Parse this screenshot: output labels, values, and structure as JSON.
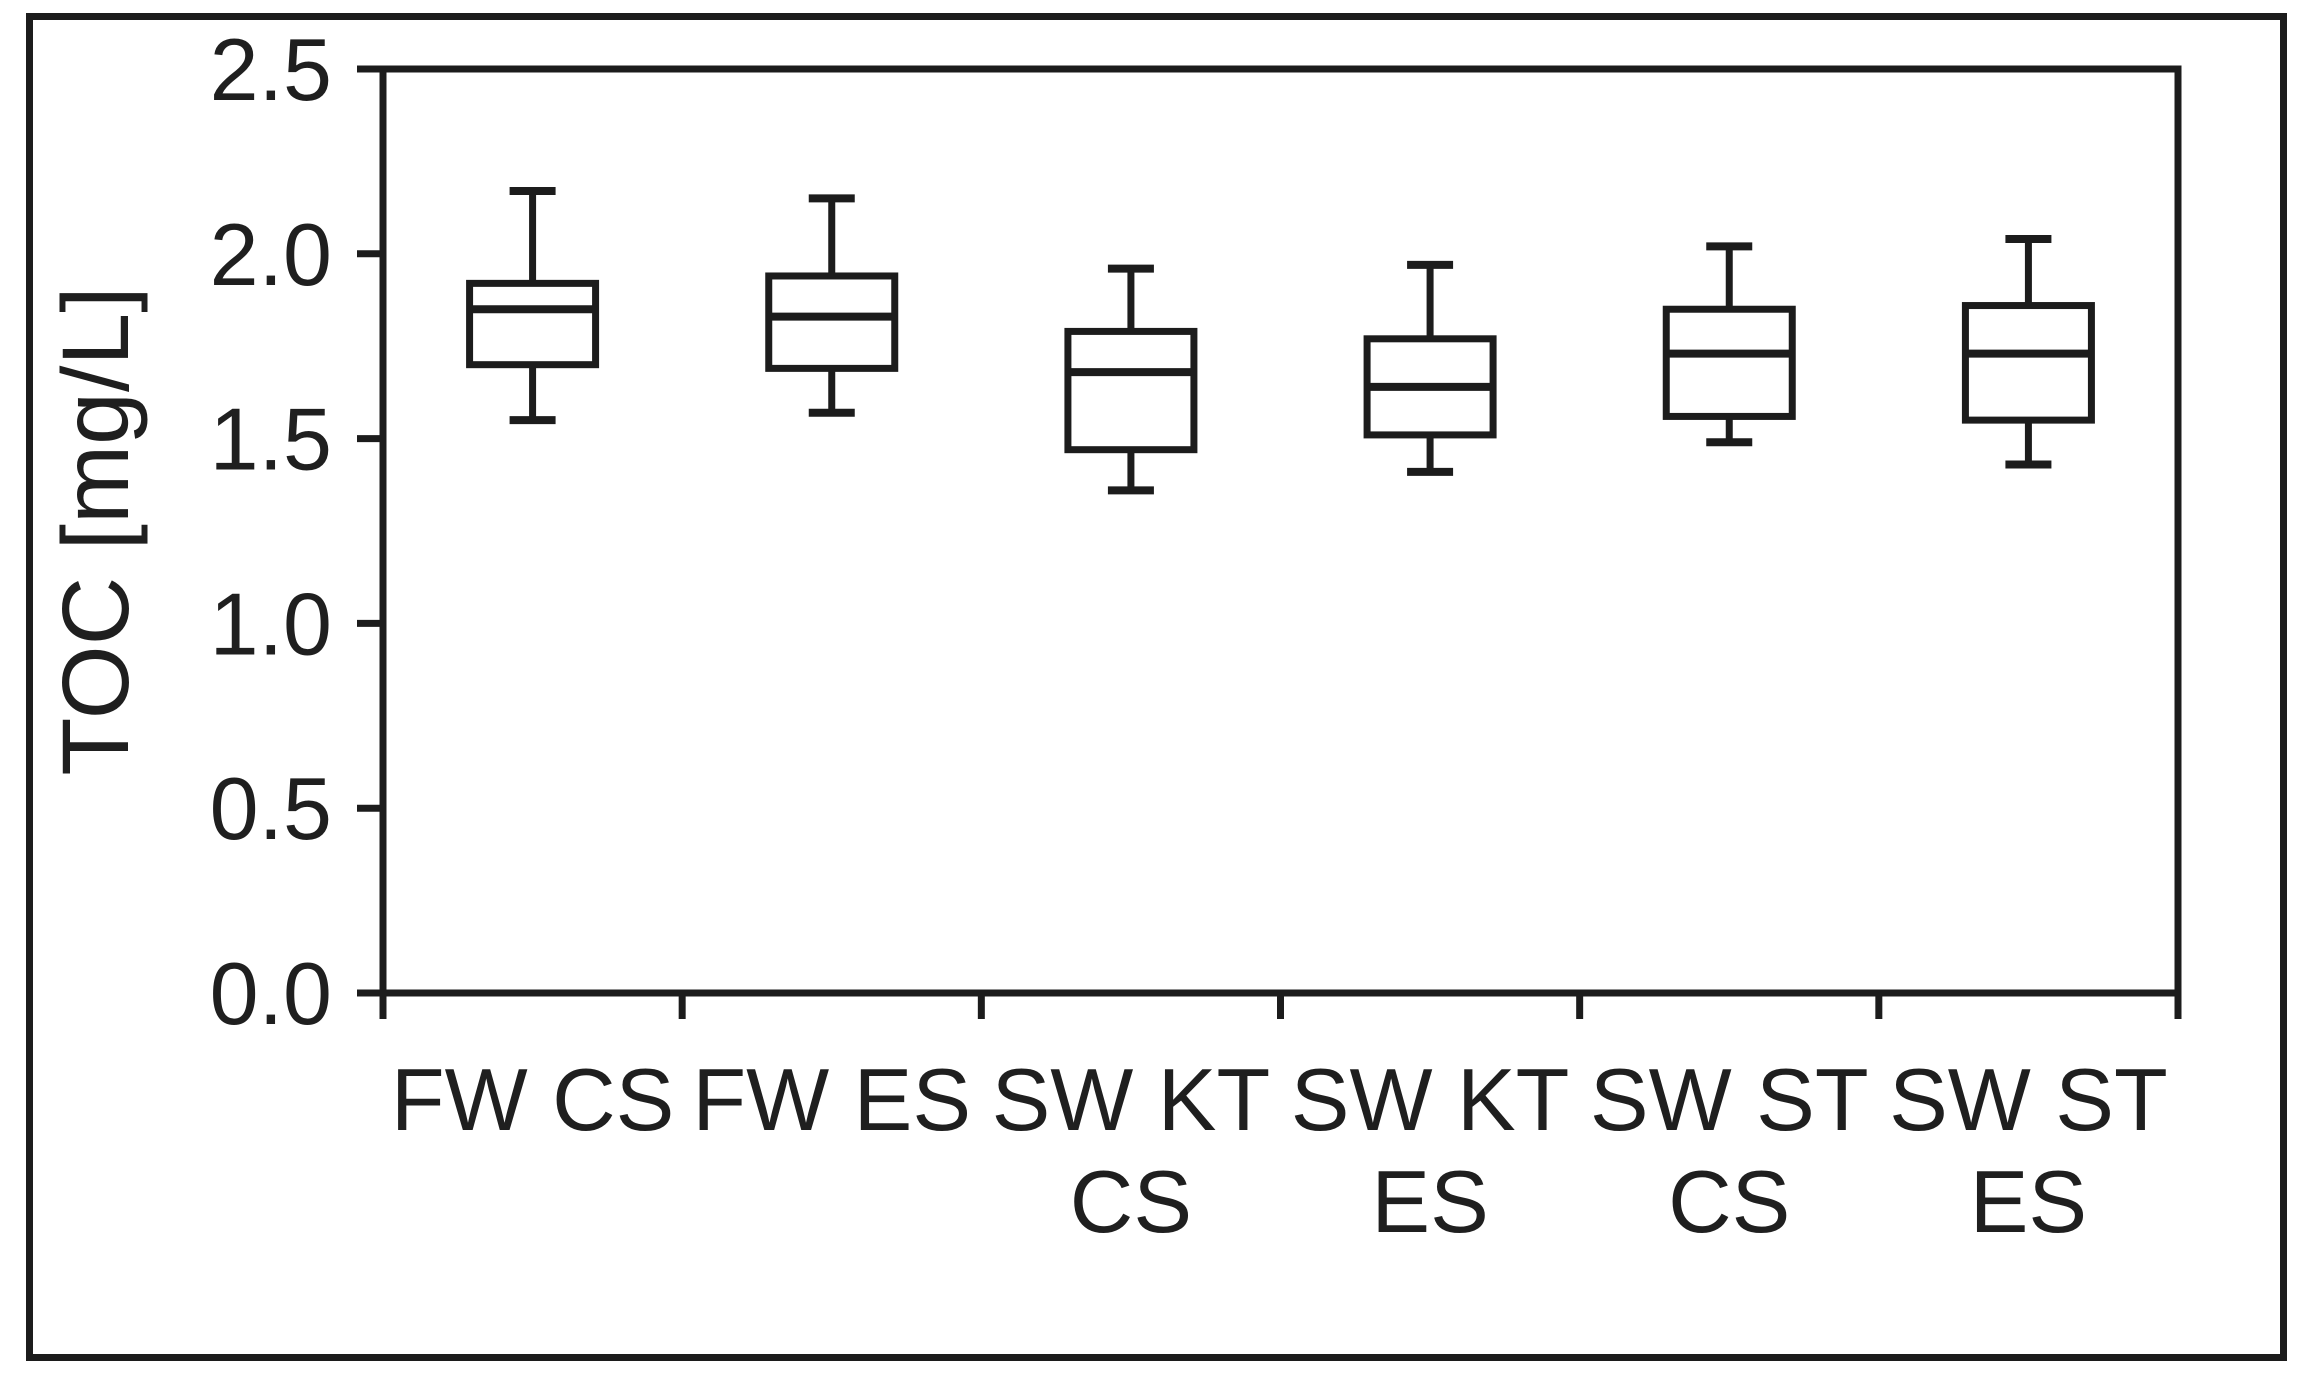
{
  "figure": {
    "background": "#ffffff",
    "frame_color": "#1c1c1c",
    "text_color": "#1f1f1f"
  },
  "chart_data": {
    "type": "boxplot",
    "title": "",
    "xlabel": "",
    "ylabel": "TOC [mg/L]",
    "ylim": [
      0.0,
      2.5
    ],
    "yticks": [
      0.0,
      0.5,
      1.0,
      1.5,
      2.0,
      2.5
    ],
    "ytick_labels": [
      "0.0",
      "0.5",
      "1.0",
      "1.5",
      "2.0",
      "2.5"
    ],
    "grid": false,
    "legend": false,
    "categories": [
      "FW CS",
      "FW ES",
      "SW KT CS",
      "SW KT ES",
      "SW ST CS",
      "SW ST ES"
    ],
    "category_label_lines": [
      [
        "FW CS"
      ],
      [
        "FW ES"
      ],
      [
        "SW KT",
        "CS"
      ],
      [
        "SW KT",
        "ES"
      ],
      [
        "SW ST",
        "CS"
      ],
      [
        "SW ST",
        "ES"
      ]
    ],
    "boxes": [
      {
        "category": "FW CS",
        "whisker_low": 1.55,
        "q1": 1.7,
        "median": 1.85,
        "q3": 1.92,
        "whisker_high": 2.17
      },
      {
        "category": "FW ES",
        "whisker_low": 1.57,
        "q1": 1.69,
        "median": 1.83,
        "q3": 1.94,
        "whisker_high": 2.15
      },
      {
        "category": "SW KT CS",
        "whisker_low": 1.36,
        "q1": 1.47,
        "median": 1.68,
        "q3": 1.79,
        "whisker_high": 1.96
      },
      {
        "category": "SW KT ES",
        "whisker_low": 1.41,
        "q1": 1.51,
        "median": 1.64,
        "q3": 1.77,
        "whisker_high": 1.97
      },
      {
        "category": "SW ST CS",
        "whisker_low": 1.49,
        "q1": 1.56,
        "median": 1.73,
        "q3": 1.85,
        "whisker_high": 2.02
      },
      {
        "category": "SW ST ES",
        "whisker_low": 1.43,
        "q1": 1.55,
        "median": 1.73,
        "q3": 1.86,
        "whisker_high": 2.04
      }
    ],
    "box_style": {
      "fill": "#ffffff",
      "stroke": "#1c1c1c"
    }
  }
}
